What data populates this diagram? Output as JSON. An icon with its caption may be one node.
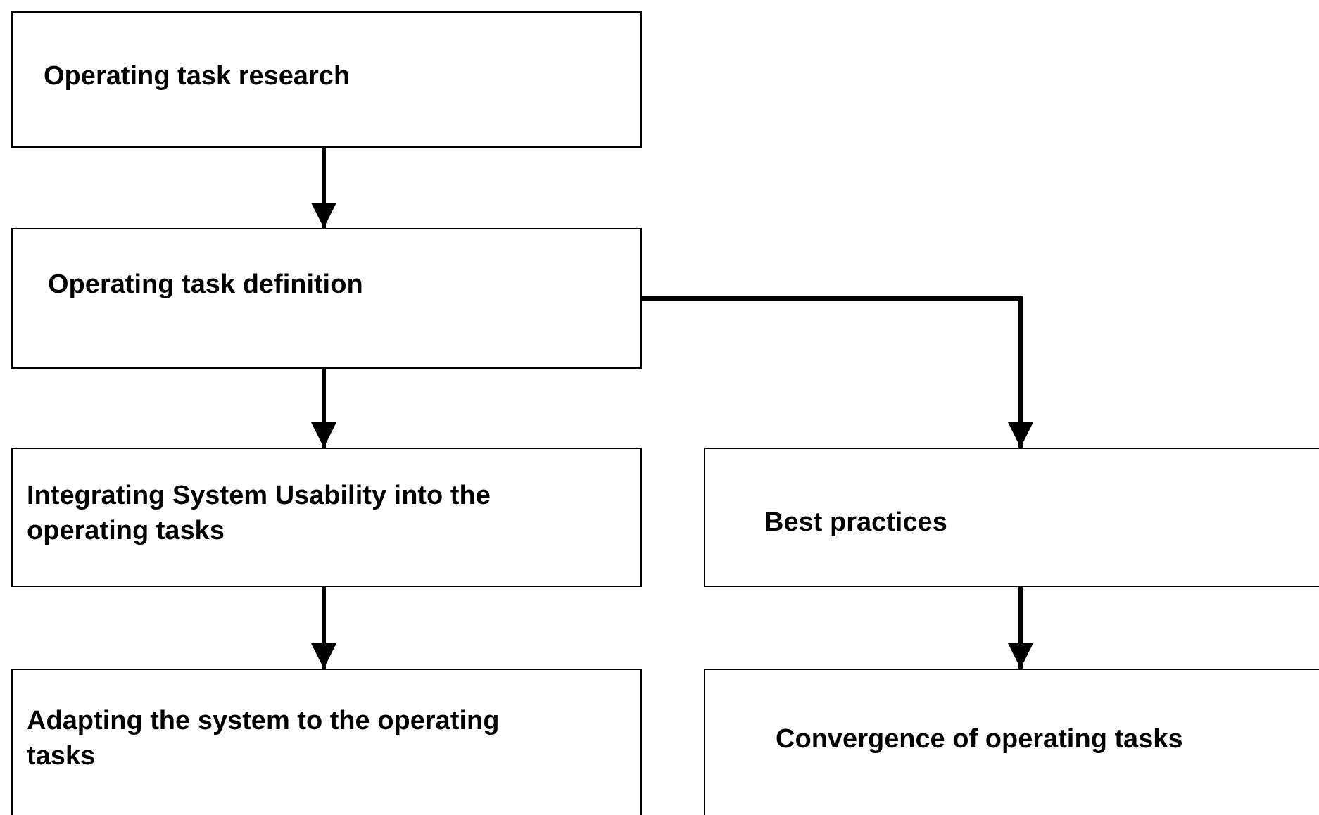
{
  "diagram": {
    "nodes": [
      {
        "text": [
          "Operating task research"
        ]
      },
      {
        "text": [
          "Operating task definition"
        ]
      },
      {
        "text": [
          "Integrating System Usability into the operating tasks"
        ]
      },
      {
        "text": [
          "Best practices"
        ]
      },
      {
        "text": [
          "Adapting the system to the operating tasks"
        ]
      },
      {
        "text": [
          "Convergence of operating tasks"
        ]
      }
    ],
    "edges": [
      {
        "from": 0,
        "to": 1,
        "arrow": "to"
      },
      {
        "from": 1,
        "to": 2,
        "arrow": "to"
      },
      {
        "from": 1,
        "to": 3,
        "arrow": "to"
      },
      {
        "from": 2,
        "to": 4,
        "arrow": "to"
      },
      {
        "from": 3,
        "to": 5,
        "arrow": "to"
      }
    ]
  }
}
